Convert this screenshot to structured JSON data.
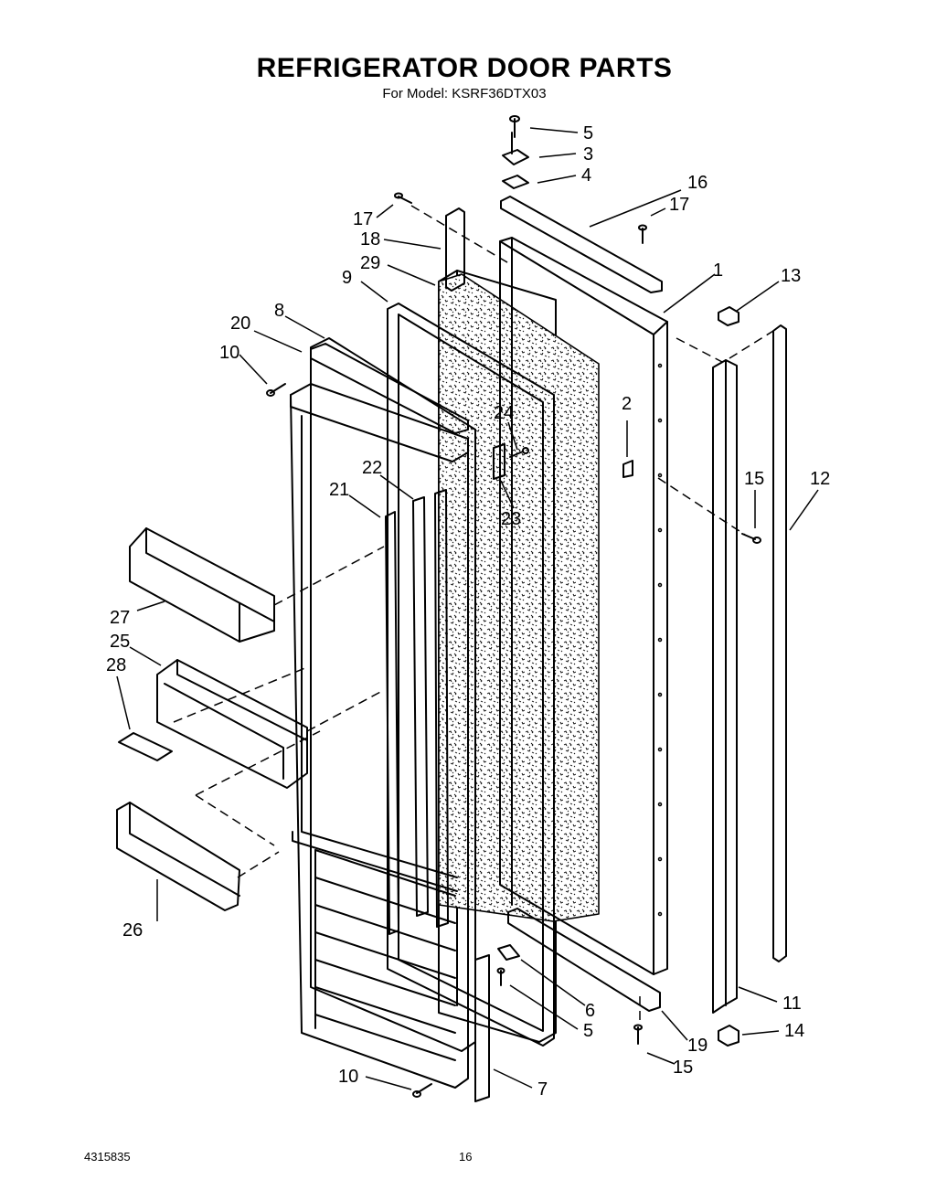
{
  "header": {
    "title": "REFRIGERATOR DOOR PARTS",
    "subtitle": "For Model: KSRF36DTX03"
  },
  "footer": {
    "part_number": "4315835",
    "page_number": "16"
  },
  "callouts": [
    {
      "id": "c5a",
      "text": "5"
    },
    {
      "id": "c3",
      "text": "3"
    },
    {
      "id": "c4",
      "text": "4"
    },
    {
      "id": "c16",
      "text": "16"
    },
    {
      "id": "c17a",
      "text": "17"
    },
    {
      "id": "c17b",
      "text": "17"
    },
    {
      "id": "c18",
      "text": "18"
    },
    {
      "id": "c29",
      "text": "29"
    },
    {
      "id": "c9",
      "text": "9"
    },
    {
      "id": "c1",
      "text": "1"
    },
    {
      "id": "c13",
      "text": "13"
    },
    {
      "id": "c8",
      "text": "8"
    },
    {
      "id": "c20",
      "text": "20"
    },
    {
      "id": "c10a",
      "text": "10"
    },
    {
      "id": "c2",
      "text": "2"
    },
    {
      "id": "c24",
      "text": "24"
    },
    {
      "id": "c15a",
      "text": "15"
    },
    {
      "id": "c12",
      "text": "12"
    },
    {
      "id": "c22",
      "text": "22"
    },
    {
      "id": "c21",
      "text": "21"
    },
    {
      "id": "c23",
      "text": "23"
    },
    {
      "id": "c27",
      "text": "27"
    },
    {
      "id": "c25",
      "text": "25"
    },
    {
      "id": "c28",
      "text": "28"
    },
    {
      "id": "c26",
      "text": "26"
    },
    {
      "id": "c6",
      "text": "6"
    },
    {
      "id": "c5b",
      "text": "5"
    },
    {
      "id": "c11",
      "text": "11"
    },
    {
      "id": "c14",
      "text": "14"
    },
    {
      "id": "c19",
      "text": "19"
    },
    {
      "id": "c15b",
      "text": "15"
    },
    {
      "id": "c10b",
      "text": "10"
    },
    {
      "id": "c7",
      "text": "7"
    }
  ]
}
